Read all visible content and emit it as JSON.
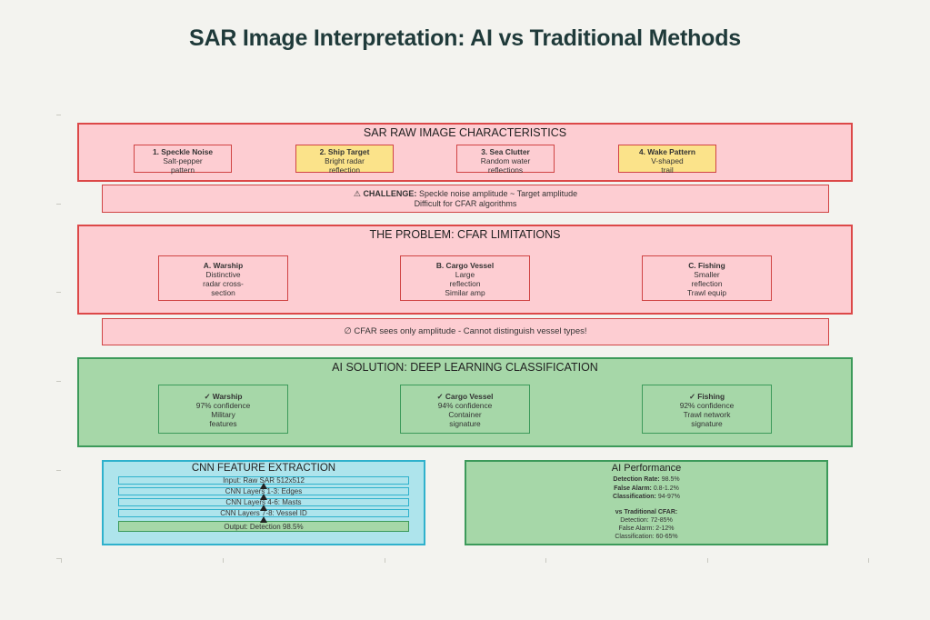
{
  "title": "SAR Image Interpretation: AI vs Traditional Methods",
  "raw": {
    "heading": "SAR RAW IMAGE CHARACTERISTICS",
    "items": [
      {
        "label": "1. Speckle Noise",
        "lines": [
          "Salt-pepper",
          "pattern"
        ]
      },
      {
        "label": "2. Ship Target",
        "lines": [
          "Bright radar",
          "reflection"
        ]
      },
      {
        "label": "3. Sea Clutter",
        "lines": [
          "Random water",
          "reflections"
        ]
      },
      {
        "label": "4. Wake Pattern",
        "lines": [
          "V-shaped",
          "trail"
        ]
      }
    ]
  },
  "challenge": {
    "icon": "⚠",
    "label": "CHALLENGE:",
    "text": "Speckle noise amplitude ~ Target amplitude",
    "line2": "Difficult for CFAR algorithms"
  },
  "problem": {
    "heading": "THE PROBLEM: CFAR LIMITATIONS",
    "items": [
      {
        "label": "A. Warship",
        "lines": [
          "Distinctive",
          "radar cross-",
          "section"
        ]
      },
      {
        "label": "B. Cargo Vessel",
        "lines": [
          "Large",
          "reflection",
          "Similar amp"
        ]
      },
      {
        "label": "C. Fishing",
        "lines": [
          "Smaller",
          "reflection",
          "Trawl equip"
        ]
      }
    ],
    "banner": "∅ CFAR sees only amplitude - Cannot distinguish vessel types!"
  },
  "ai": {
    "heading": "AI SOLUTION: DEEP LEARNING CLASSIFICATION",
    "items": [
      {
        "label": "✓ Warship",
        "lines": [
          "97% confidence",
          "Military",
          "features"
        ]
      },
      {
        "label": "✓ Cargo Vessel",
        "lines": [
          "94% confidence",
          "Container",
          "signature"
        ]
      },
      {
        "label": "✓ Fishing",
        "lines": [
          "92% confidence",
          "Trawl network",
          "signature"
        ]
      }
    ]
  },
  "cnn": {
    "heading": "CNN FEATURE EXTRACTION",
    "layers": [
      "Input: Raw SAR 512x512",
      "CNN Layers 1-3: Edges",
      "CNN Layers 4-6: Masts",
      "CNN Layers 7-8: Vessel ID"
    ],
    "output": "Output: Detection 98.5%"
  },
  "performance": {
    "heading": "AI Performance",
    "ai_metrics": [
      {
        "label": "Detection Rate:",
        "value": "98.5%"
      },
      {
        "label": "False Alarm:",
        "value": "0.8-1.2%"
      },
      {
        "label": "Classification:",
        "value": "94-97%"
      }
    ],
    "compare_label": "vs Traditional CFAR:",
    "cfar_metrics": [
      "Detection: 72-85%",
      "False Alarm: 2-12%",
      "Classification: 60-65%"
    ]
  },
  "colors": {
    "red_panel": "#fdcdd2",
    "red_border": "#dc4848",
    "yellow_box": "#fbe38a",
    "green_panel": "#a6d7a8",
    "green_border": "#3c9a5a",
    "cyan_panel": "#aee4ec",
    "cyan_border": "#2fb1cc",
    "title": "#1f3a3a"
  }
}
